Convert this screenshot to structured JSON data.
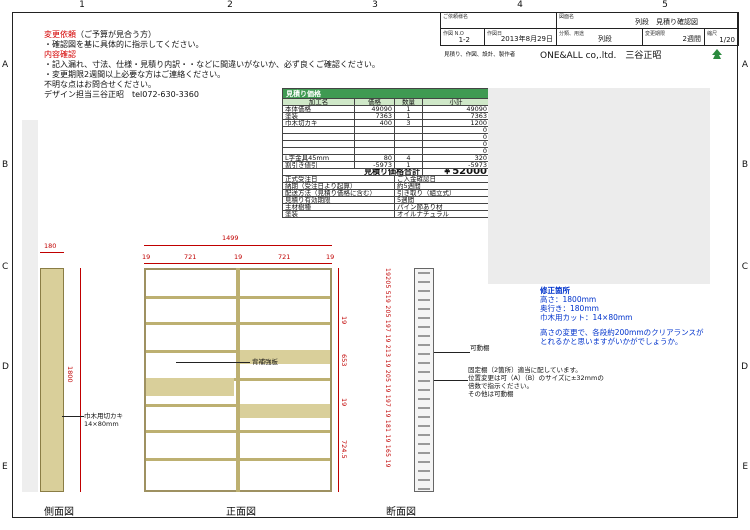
{
  "grid": {
    "cols": [
      "1",
      "2",
      "3",
      "4",
      "5"
    ],
    "rows": [
      "A",
      "B",
      "C",
      "D",
      "E"
    ]
  },
  "notes": {
    "change_title": "変更依頼",
    "change_paren": "（ご予算が見合う方）",
    "change_text": "・確認図を基に具体的に指示してください。",
    "confirm_title": "内容確認",
    "confirm_line1": "・記入漏れ、寸法、仕様・見積り内訳・・などに間違いがないか、必ず良くご確認ください。",
    "confirm_line2": "・変更期限2週間以上必要な方はご連絡ください。",
    "confirm_line3": "不明な点はお問合せください。",
    "designer": "デザイン担当三谷正昭　tel072-630-3360"
  },
  "title_block": {
    "customer_label": "ご依頼様名",
    "drawing_name_label": "図面名",
    "drawing_name": "列段　見積り確認図",
    "drawing_no_label": "作図 N.O",
    "drawing_no": "1-2",
    "date_label": "作図日",
    "date": "2013年8月29日",
    "category_label": "分類、用途",
    "category": "列段",
    "deadline_label": "変更期限",
    "deadline": "2週間",
    "scale_label": "縮尺",
    "scale": "1/20",
    "maker_label": "見積り、作図、設計、製作者",
    "maker": "ONE&ALL co,.ltd.　三谷正昭"
  },
  "estimate": {
    "header": "見積り価格",
    "columns": [
      "加工名",
      "価格",
      "数量",
      "小計"
    ],
    "rows": [
      [
        "本体価格",
        "49090",
        "1",
        "49090"
      ],
      [
        "塗装",
        "7363",
        "1",
        "7363"
      ],
      [
        "巾木切カキ",
        "400",
        "3",
        "1200"
      ],
      [
        "",
        "",
        "",
        "0"
      ],
      [
        "",
        "",
        "",
        "0"
      ],
      [
        "",
        "",
        "",
        "0"
      ],
      [
        "",
        "",
        "",
        "0"
      ],
      [
        "L字金具45mm",
        "80",
        "4",
        "320"
      ],
      [
        "割引き値引",
        "-5973",
        "1",
        "-5973"
      ]
    ],
    "total_label": "見積り価格合計",
    "total": "￥52000",
    "info": [
      [
        "正式受注日",
        "ご入金確認日"
      ],
      [
        "納期（受注日より起算）",
        "約5週間"
      ],
      [
        "配送方法（見積り価格に含む）",
        "引き取り（組立式）"
      ],
      [
        "見積り有効期限",
        "5週間"
      ],
      [
        "主材樹種",
        "パイン節あり材"
      ],
      [
        "塗装",
        "オイルナチュラル"
      ]
    ]
  },
  "side_view": {
    "label": "側面図",
    "width_dim": "180",
    "height_dim": "1800",
    "callout": "巾木用切カキ\n14×80mm"
  },
  "front_view": {
    "label": "正面図",
    "total_width": "1499",
    "dims": [
      "19",
      "721",
      "19",
      "721",
      "19"
    ],
    "callout": "背補強板",
    "right_dims": [
      "19",
      "653",
      "19",
      "724.5"
    ]
  },
  "section_view": {
    "label": "断面図",
    "vertical_dims": "19205 519 205 197 19 213 19 205 19 197 19 181 19 165 19",
    "callout_shelf": "可動棚",
    "callout_fixed": "固定棚（2箇所）適当に配しています。\n位置変更は可（A）（B）のサイズに±32mmの\n倍数で指示ください。\nその他は可動棚"
  },
  "revision": {
    "title": "修正箇所",
    "lines": [
      "高さ：1800mm",
      "奥行き：180mm",
      "巾木用カット：14×80mm"
    ],
    "comment": "高さの変更で、各段約200mmのクリアランスがとれるかと思いますがいかがでしょうか。"
  },
  "colors": {
    "wood": "#d9cf9a",
    "wood_dark": "#bdb071",
    "header_green": "#3f9a52",
    "dim_red": "#c00000",
    "note_red": "#d40000",
    "rev_blue": "#0033cc"
  }
}
